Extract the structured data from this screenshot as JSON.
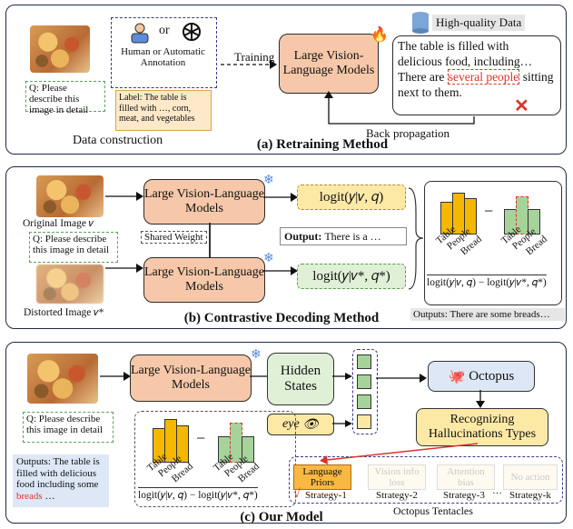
{
  "panel_a": {
    "question": "Q: Please describe this image in detail",
    "or": "or",
    "annotator": "Human or Automatic Annotation",
    "label": "Label: The table is filled with …, corn, meat, and vegetables",
    "data_construction": "Data construction",
    "training": "Training",
    "model": "Large Vision-Language Models",
    "hq_data": "High-quality Data",
    "output_part1": "The table is filled with delicious food, including…",
    "output_part2": "There are",
    "output_highlight": "several people",
    "output_part3": "sitting next to them.",
    "back_propagation": "Back propagation",
    "caption": "(a) Retraining Method"
  },
  "panel_b": {
    "original_image": "Original Image 𝑣",
    "question": "Q: Please describe this image in detail",
    "distorted_image": "Distorted Image 𝑣*",
    "model_top": "Large Vision-Language Models",
    "model_bottom": "Large Vision-Language Models",
    "shared_weight": "Shared Weight",
    "logit_top": "logit(𝑦|𝑣, 𝑞)",
    "logit_bottom": "logit(𝑦|𝑣*, 𝑞*)",
    "output_label": "Output:",
    "output_text": "There is a …",
    "minus": "−",
    "formula": "logit(𝑦|𝑣, 𝑞) − logit(𝑦|𝑣*, 𝑞*)",
    "outputs": "Outputs: There are some breads…",
    "caption": "(b) Contrastive Decoding Method"
  },
  "panel_c": {
    "question": "Q: Please describe this image in detail",
    "outputs_prefix": "Outputs: The table is filled with delicious food including some",
    "outputs_red": "breads",
    "outputs_suffix": " …",
    "model": "Large Vision-Language Models",
    "hidden_states": "Hidden States",
    "eye": "eye",
    "octopus": "Octopus",
    "recognizing": "Recognizing Hallucinations Types",
    "minus": "−",
    "formula": "logit(𝑦|𝑣, 𝑞) − logit(𝑦|𝑣*, 𝑞*)",
    "strategies": [
      {
        "box": "Language Priors",
        "label": "Strategy-1",
        "active": true
      },
      {
        "box": "Vision info loss",
        "label": "Strategy-2",
        "active": false
      },
      {
        "box": "Attention bias",
        "label": "Strategy-3",
        "active": false
      },
      {
        "box": "No action",
        "label": "Strategy-k",
        "active": false
      }
    ],
    "ellipsis": "···",
    "check": "√",
    "tentacles": "Octopus Tentacles",
    "caption": "(c) Our Model"
  },
  "bar_labels": [
    "Table",
    "People",
    "Bread"
  ],
  "bars_left": [
    0.75,
    0.95,
    0.82
  ],
  "bars_right": [
    0.55,
    0.85,
    0.55
  ]
}
